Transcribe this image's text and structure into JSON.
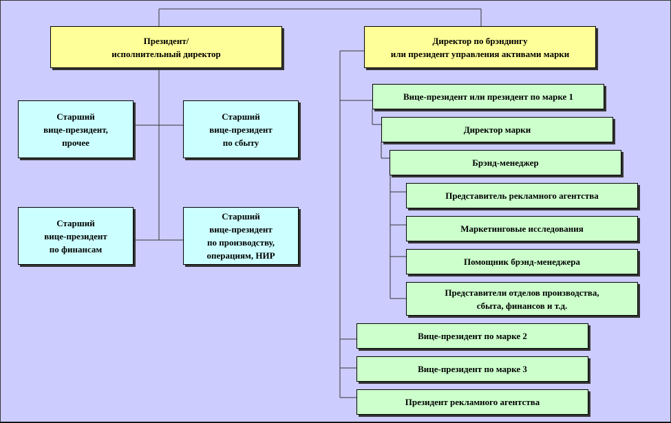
{
  "nodes": {
    "president": "Президент/\nисполнительный директор",
    "brand_director": "Директор по брэндингу\nили президент управления активами марки",
    "svp_other": "Старший\nвице-президент,\nпрочее",
    "svp_sales": "Старший\nвице-президент\nпо сбыту",
    "svp_finance": "Старший\nвице-президент\nпо финансам",
    "svp_production": "Старший\nвице-президент\nпо производству,\nоперациям, НИР",
    "vp_brand1": "Вице-президент  или президент по марке 1",
    "brand_manager_director": "Директор марки",
    "brand_manager": "Брэнд-менеджер",
    "agency_rep": "Представитель рекламного  агентства",
    "marketing_research": "Маркетинговые исследования",
    "assistant_bm": "Помощник  брэнд-менеджера",
    "dept_reps": "Представители отделов производства,\nсбыта, финансов и т.д.",
    "vp_brand2": "Вице-президент по марке 2",
    "vp_brand3": "Вице-президент по марке 3",
    "agency_president": "Президент рекламного  агентства"
  },
  "colors": {
    "background": "#ccccff",
    "top_level": "#ffff99",
    "left_branch": "#ccffff",
    "right_branch": "#ccffcc"
  }
}
